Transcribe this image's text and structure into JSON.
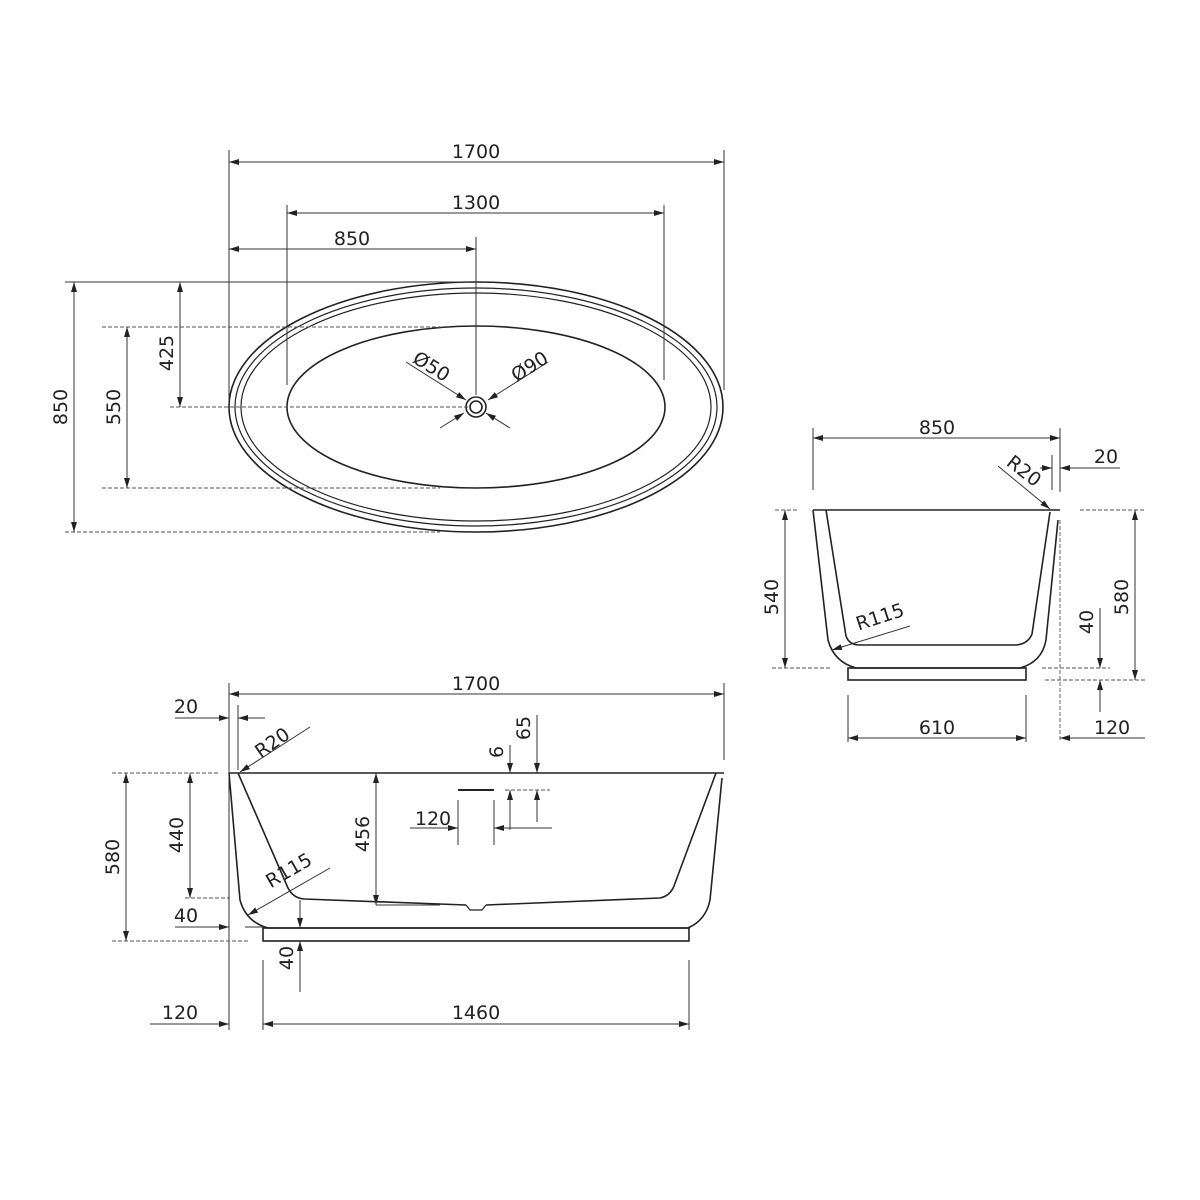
{
  "plan_view": {
    "overall_length": "1700",
    "basin_length": "1300",
    "drain_offset_x": "850",
    "overall_width": "850",
    "basin_width": "550",
    "drain_offset_y": "425",
    "drain_diameter_inner": "Ø50",
    "drain_diameter_outer": "Ø90"
  },
  "side_view": {
    "overall_length": "1700",
    "rim_thickness": "20",
    "rim_radius": "R20",
    "overall_height": "580",
    "inner_height": "440",
    "bottom_offset": "40",
    "inner_radius": "R115",
    "depth_to_drain": "456",
    "overflow_height": "6",
    "overflow_offset": "65",
    "overflow_width": "120",
    "plinth_height": "40",
    "plinth_inset": "120",
    "plinth_length": "1460"
  },
  "end_view": {
    "overall_width": "850",
    "rim_thickness": "20",
    "rim_radius": "R20",
    "inner_height": "540",
    "overall_height": "580",
    "plinth_height": "40",
    "inner_radius": "R115",
    "plinth_width": "610",
    "plinth_inset": "120"
  }
}
